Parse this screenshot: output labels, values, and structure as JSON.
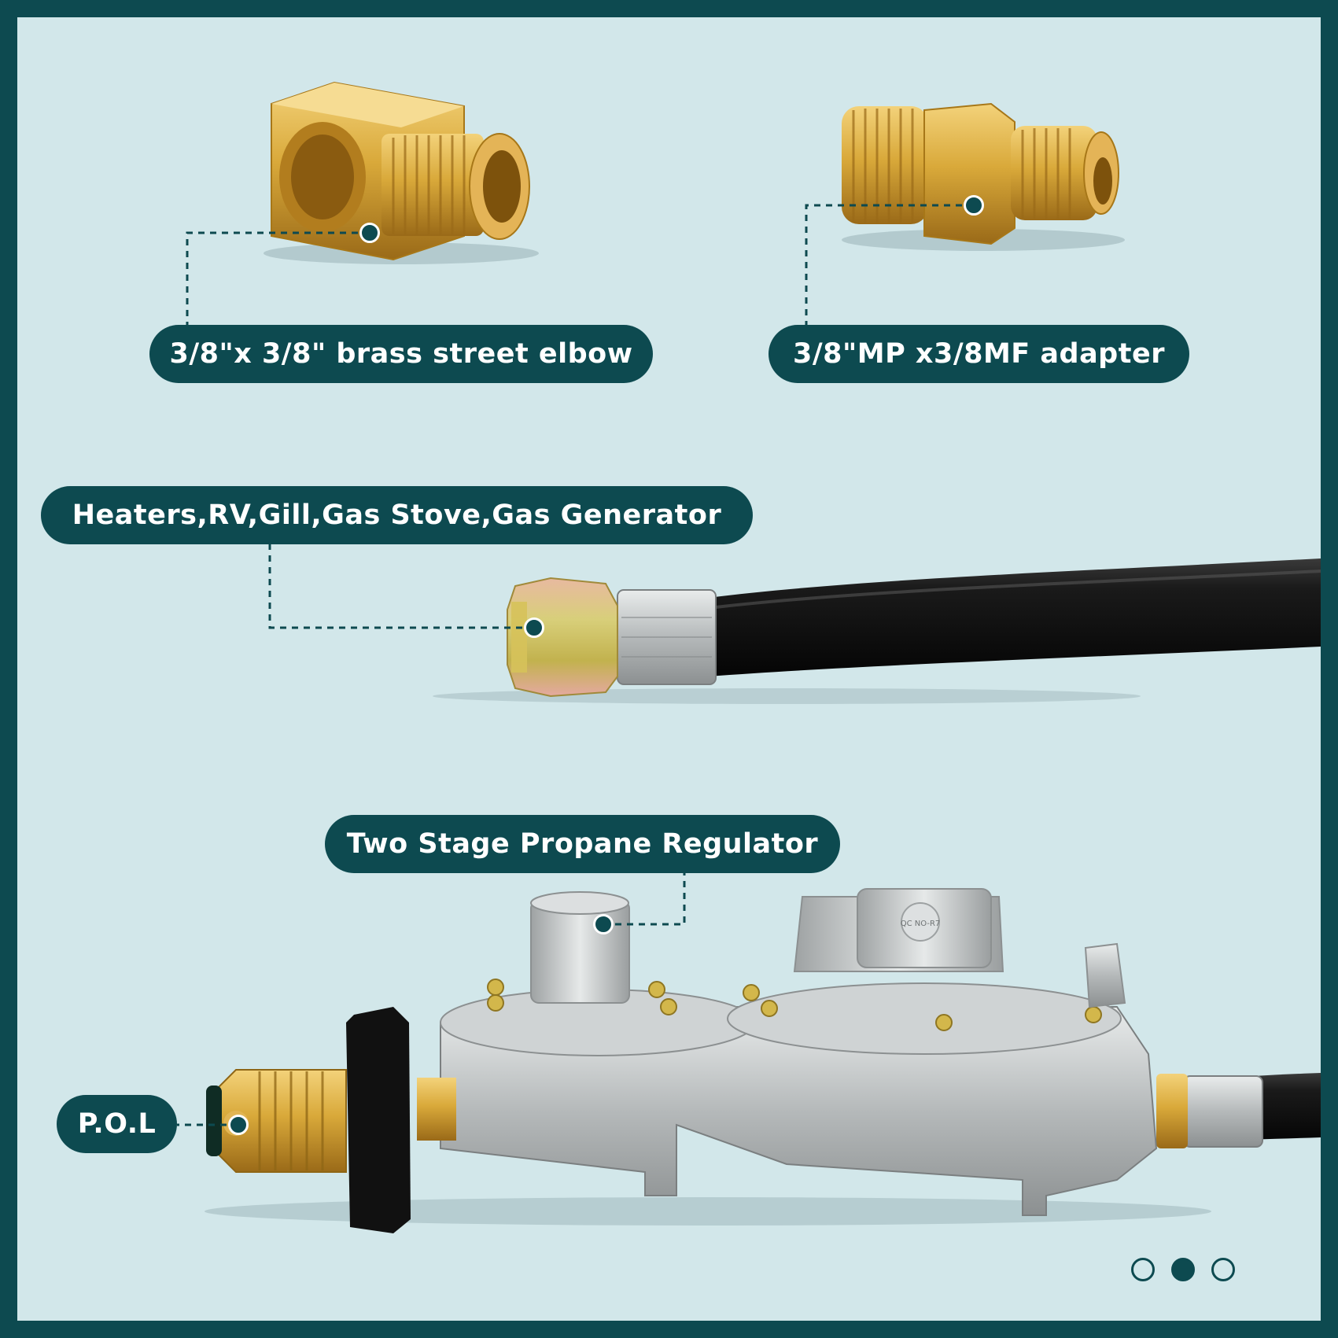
{
  "labels": {
    "elbow": "3/8\"x 3/8\" brass street elbow",
    "adapter": "3/8\"MP x3/8MF adapter",
    "hose_end": "Heaters,RV,Gill,Gas Stove,Gas Generator",
    "regulator": "Two Stage Propane Regulator",
    "pol": "P.O.L"
  },
  "regulator_stamp": "QC NO-R7",
  "carousel": {
    "count": 3,
    "active_index": 1
  },
  "colors": {
    "frame": "#0d4a50",
    "background": "#d2e7ea",
    "label_fill": "#0d4a50",
    "label_text": "#ffffff",
    "brass": "#d9a93a",
    "hose": "#151515",
    "aluminum": "#b8bcbe"
  }
}
